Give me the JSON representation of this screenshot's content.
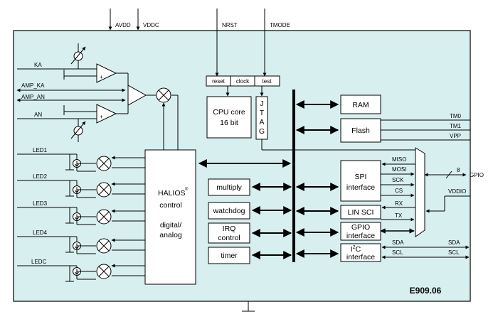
{
  "supply": {
    "avdd": "AVDD",
    "vddc": "VDDC",
    "nrst": "NRST",
    "tmode": "TMODE"
  },
  "pins_left": {
    "ka": "KA",
    "amp_ka": "AMP_KA",
    "amp_an": "AMP_AN",
    "an": "AN",
    "led1": "LED1",
    "led2": "LED2",
    "led3": "LED3",
    "led4": "LED4",
    "ledc": "LEDC"
  },
  "pins_right": {
    "tm0": "TM0",
    "tm1": "TM1",
    "vpp": "VPP",
    "gpio": "GPIO",
    "gpio_width": "8",
    "vddio": "VDDIO",
    "sda": "SDA",
    "scl": "SCL"
  },
  "ctrl": {
    "reset": "reset",
    "clock": "clock",
    "test": "test"
  },
  "cpu": {
    "line1": "CPU core",
    "line2": "16 bit"
  },
  "jtag": [
    "J",
    "T",
    "A",
    "G"
  ],
  "amp_sign": "+",
  "halios": {
    "line1": "HALIOS",
    "mark": "®",
    "line2": "control",
    "line3": "digital/",
    "line4": "analog"
  },
  "blocks": {
    "ram": "RAM",
    "flash": "Flash",
    "multiply": "multiply",
    "watchdog": "watchdog",
    "irq1": "IRQ",
    "irq2": "control",
    "timer": "timer"
  },
  "spi": {
    "line1": "SPI",
    "line2": "interface",
    "miso": "MISO",
    "mosi": "MOSI",
    "sck": "SCK",
    "cs": "CS"
  },
  "lin": {
    "label": "LIN SCI",
    "rx": "RX",
    "tx": "TX"
  },
  "gpio_block": {
    "line1": "GPIO",
    "line2": "interface"
  },
  "i2c": {
    "prefix": "I",
    "sup": "2",
    "suffix": "C",
    "line2": "interface",
    "sda": "SDA",
    "scl": "SCL"
  },
  "part": "E909.06",
  "colors": {
    "panel": "#d8efef",
    "block": "#ffffff",
    "line": "#000000"
  }
}
